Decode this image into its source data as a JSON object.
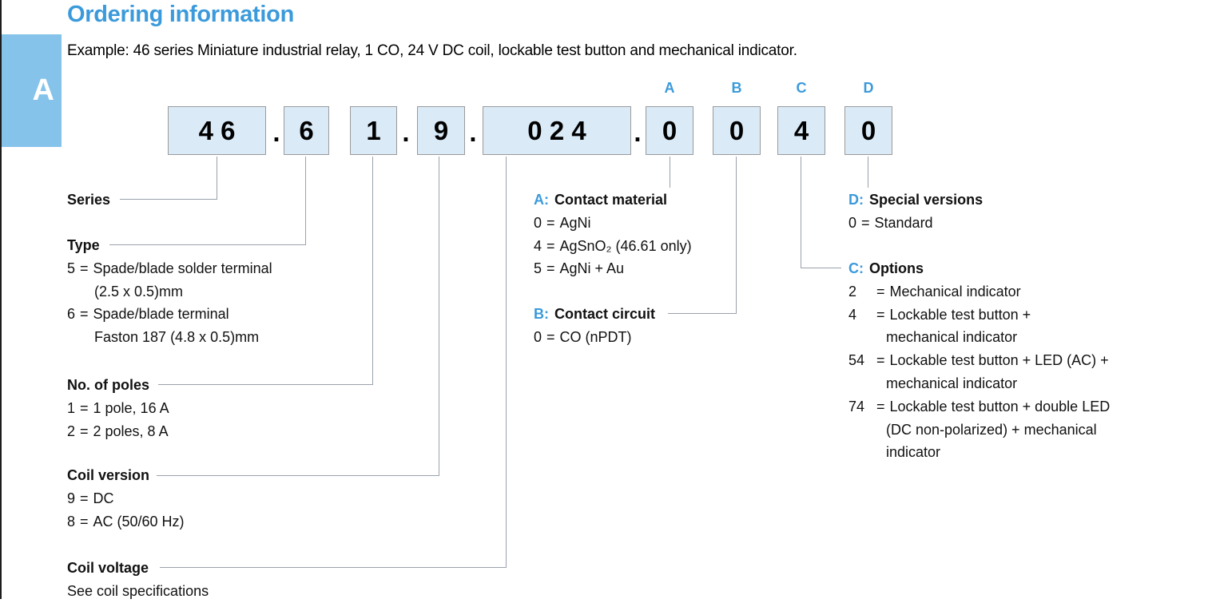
{
  "page": {
    "title": "Ordering information",
    "example": "Example: 46 series Miniature industrial relay, 1 CO, 24 V DC coil, lockable test button and mechanical indicator.",
    "sidebar_tab": "A",
    "eq": "=",
    "separator": ".",
    "accent_color": "#3b9adb",
    "box_fill": "#daeaf7",
    "connector_color": "#9aa2ab"
  },
  "part_number": {
    "boxes": [
      "4 6",
      "6",
      "1",
      "9",
      "0 2 4",
      "0",
      "0",
      "4",
      "0"
    ],
    "tags": [
      "A",
      "B",
      "C",
      "D"
    ]
  },
  "sections": {
    "series": {
      "title": "Series"
    },
    "type": {
      "title": "Type",
      "items": [
        {
          "code": "5",
          "lines": [
            "Spade/blade solder terminal",
            "(2.5 x 0.5)mm"
          ]
        },
        {
          "code": "6",
          "lines": [
            "Spade/blade terminal",
            "Faston 187 (4.8 x 0.5)mm"
          ]
        }
      ]
    },
    "poles": {
      "title": "No. of poles",
      "items": [
        {
          "code": "1",
          "lines": [
            "1 pole, 16 A"
          ]
        },
        {
          "code": "2",
          "lines": [
            "2 poles, 8 A"
          ]
        }
      ]
    },
    "coil_version": {
      "title": "Coil version",
      "items": [
        {
          "code": "9",
          "lines": [
            "DC"
          ]
        },
        {
          "code": "8",
          "lines": [
            "AC (50/60 Hz)"
          ]
        }
      ]
    },
    "coil_voltage": {
      "title": "Coil voltage",
      "note": "See coil specifications"
    },
    "contact_material": {
      "prefix": "A:",
      "title": "Contact material",
      "items": [
        {
          "code": "0",
          "lines": [
            "AgNi"
          ]
        },
        {
          "code": "4",
          "lines": [
            "AgSnO₂ (46.61 only)"
          ]
        },
        {
          "code": "5",
          "lines": [
            "AgNi + Au"
          ]
        }
      ]
    },
    "contact_circuit": {
      "prefix": "B:",
      "title": "Contact circuit",
      "items": [
        {
          "code": "0",
          "lines": [
            "CO (nPDT)"
          ]
        }
      ]
    },
    "options": {
      "prefix": "C:",
      "title": "Options",
      "items": [
        {
          "code": "2",
          "lines": [
            "Mechanical indicator"
          ]
        },
        {
          "code": "4",
          "lines": [
            "Lockable test button +",
            "mechanical indicator"
          ]
        },
        {
          "code": "54",
          "lines": [
            "Lockable test button + LED (AC) +",
            "mechanical indicator"
          ]
        },
        {
          "code": "74",
          "lines": [
            "Lockable test button + double LED",
            "(DC non-polarized) + mechanical",
            "indicator"
          ]
        }
      ]
    },
    "special_versions": {
      "prefix": "D:",
      "title": "Special versions",
      "items": [
        {
          "code": "0",
          "lines": [
            "Standard"
          ]
        }
      ]
    }
  }
}
